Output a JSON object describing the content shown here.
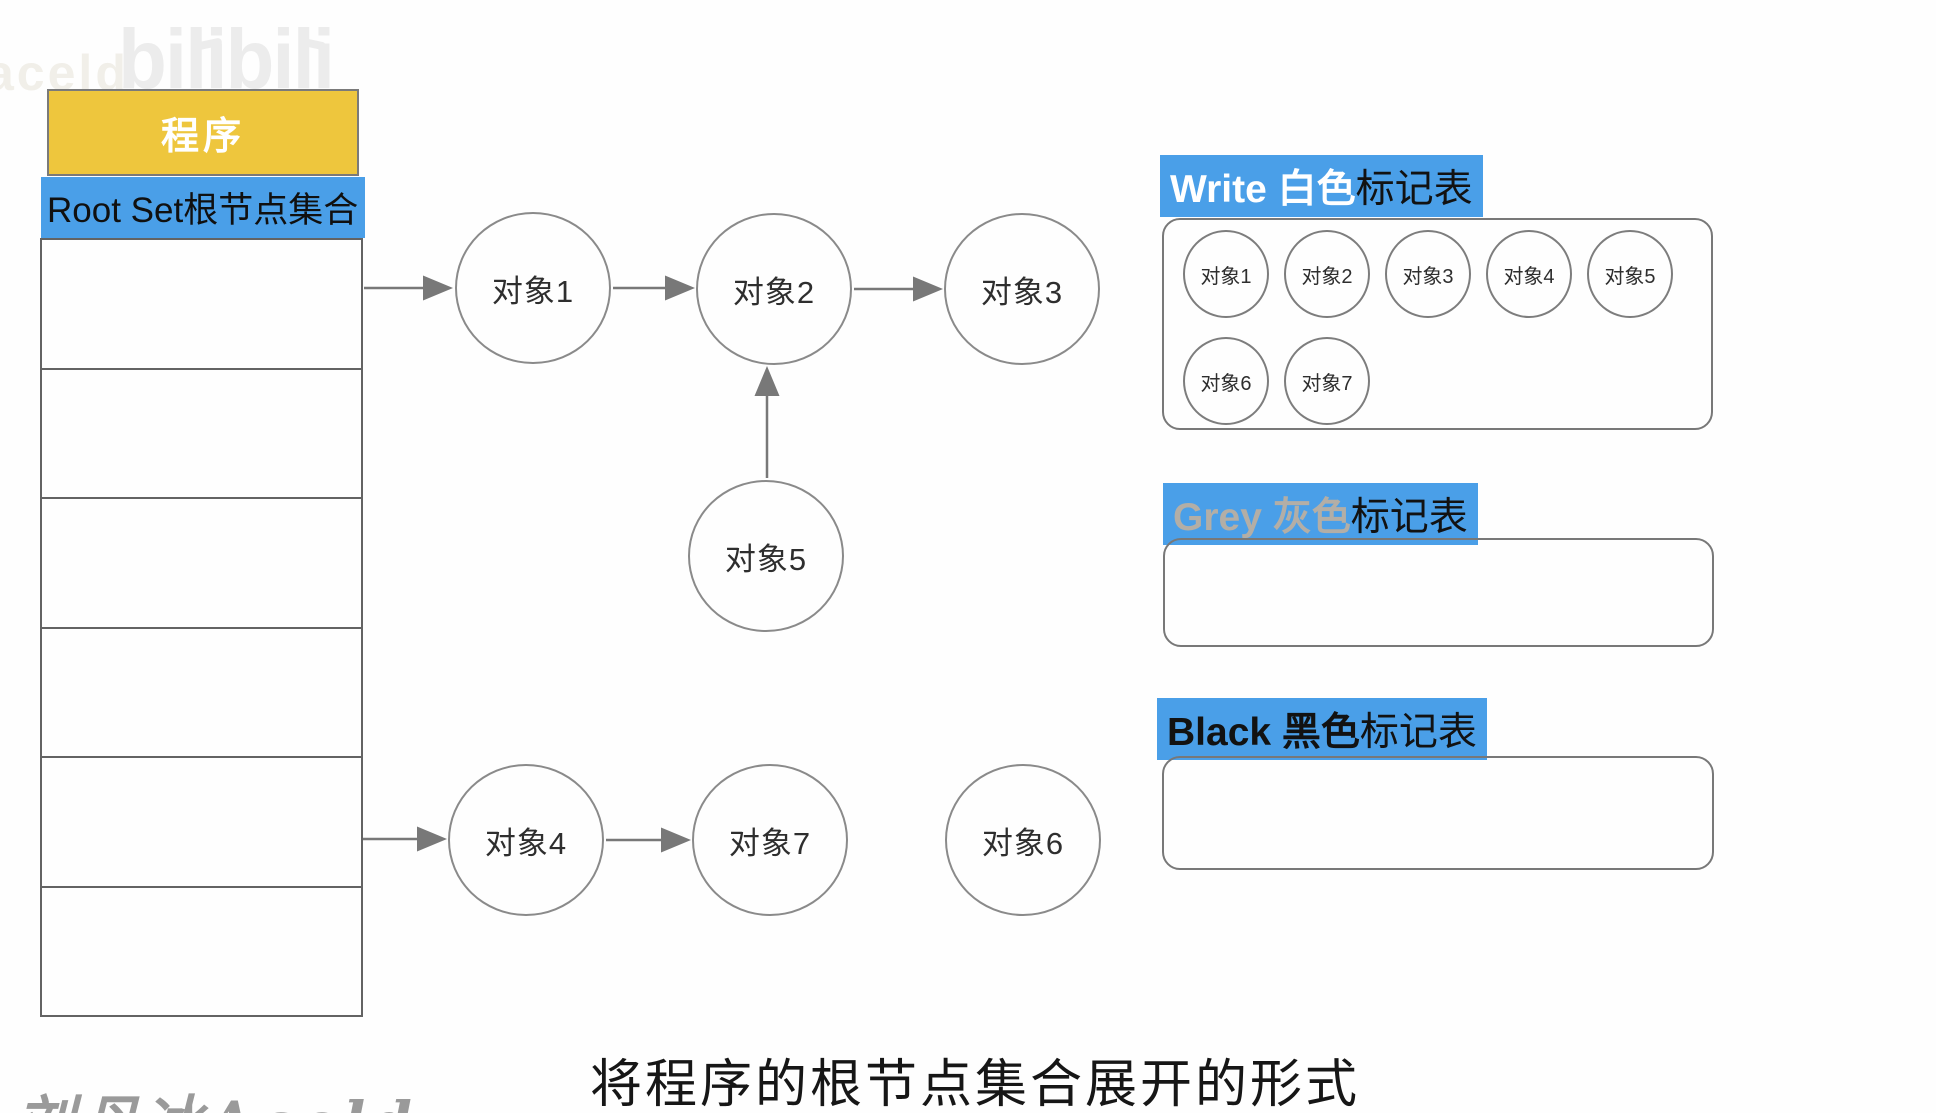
{
  "watermarks": {
    "top_left": "aceld",
    "brand": "bilibili",
    "bottom_left": "刘丹冰Aceld"
  },
  "program_table": {
    "header": "程序",
    "root_set_label": "Root Set根节点集合",
    "empty_rows": 6
  },
  "graph": {
    "nodes": [
      {
        "id": "obj1",
        "label": "对象1"
      },
      {
        "id": "obj2",
        "label": "对象2"
      },
      {
        "id": "obj3",
        "label": "对象3"
      },
      {
        "id": "obj5",
        "label": "对象5"
      },
      {
        "id": "obj4",
        "label": "对象4"
      },
      {
        "id": "obj7",
        "label": "对象7"
      },
      {
        "id": "obj6",
        "label": "对象6"
      }
    ],
    "edges": [
      "RootSet → 对象1",
      "对象1 → 对象2",
      "对象2 → 对象3",
      "对象5 → 对象2",
      "RootSet → 对象4",
      "对象4 → 对象7"
    ]
  },
  "mark_tables": {
    "white": {
      "title_highlight": "Write 白色",
      "title_suffix": "标记表",
      "items": [
        "对象1",
        "对象2",
        "对象3",
        "对象4",
        "对象5",
        "对象6",
        "对象7"
      ]
    },
    "grey": {
      "title_highlight": "Grey 灰色",
      "title_suffix": "标记表",
      "items": []
    },
    "black": {
      "title_highlight": "Black 黑色",
      "title_suffix": "标记表",
      "items": []
    }
  },
  "caption": "将程序的根节点集合展开的形式",
  "colors": {
    "header_yellow": "#eec63d",
    "highlight_blue": "#4a9fe8",
    "grey_title_text": "#b3aea6",
    "line_grey": "#787878"
  }
}
